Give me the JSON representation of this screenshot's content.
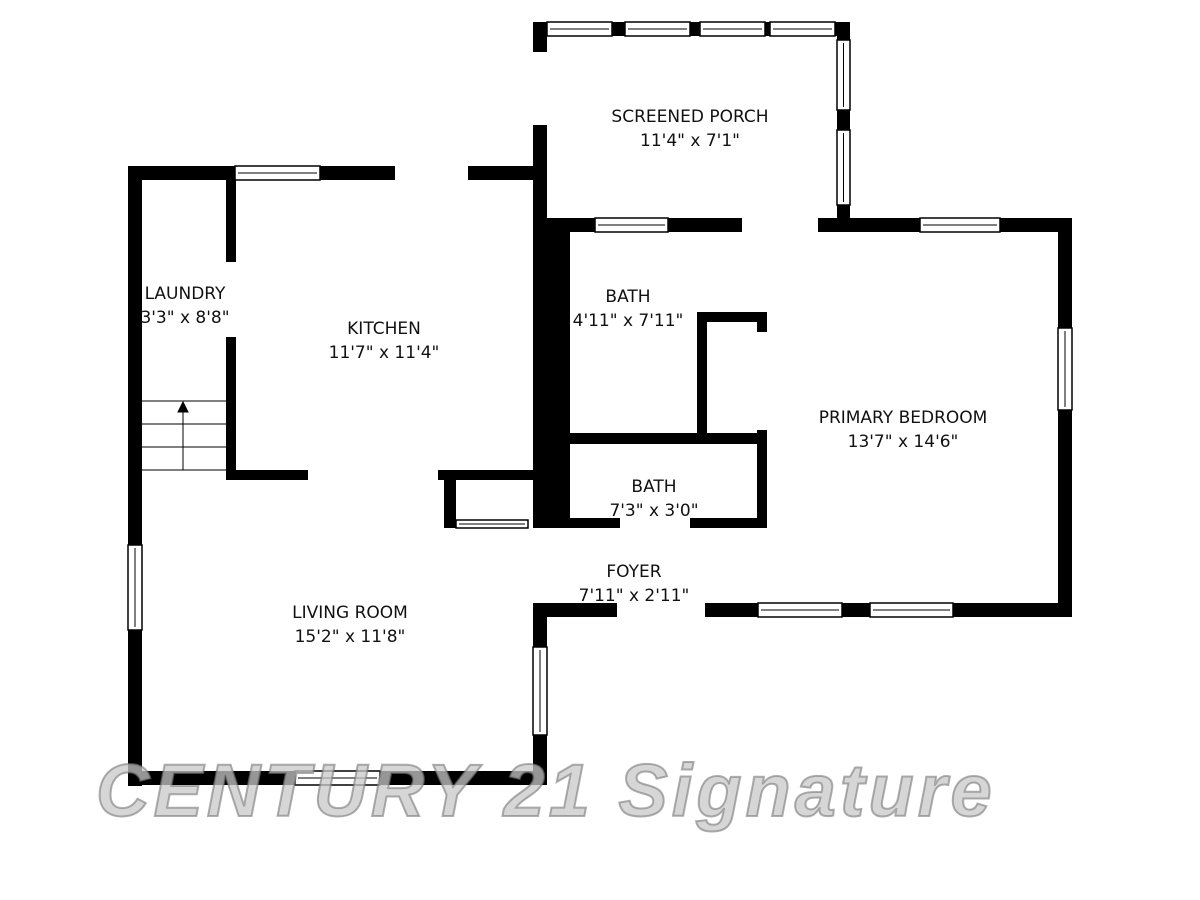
{
  "rooms": [
    {
      "name": "SCREENED PORCH",
      "size": "11'4\" x 7'1\""
    },
    {
      "name": "LAUNDRY",
      "size": "3'3\" x 8'8\""
    },
    {
      "name": "KITCHEN",
      "size": "11'7\" x 11'4\""
    },
    {
      "name": "BATH",
      "size": "4'11\" x 7'11\""
    },
    {
      "name": "PRIMARY BEDROOM",
      "size": "13'7\" x 14'6\""
    },
    {
      "name": "BATH",
      "size": "7'3\" x 3'0\""
    },
    {
      "name": "FOYER",
      "size": "7'11\" x 2'11\""
    },
    {
      "name": "LIVING ROOM",
      "size": "15'2\" x 11'8\""
    }
  ],
  "watermark": "CENTURY 21 Signature",
  "colors": {
    "wall": "#000000",
    "background": "#ffffff"
  }
}
